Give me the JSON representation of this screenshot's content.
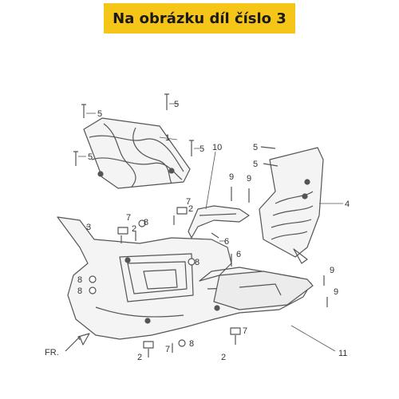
{
  "banner": {
    "text": "Na obrázku díl číslo 3",
    "color": "#f5c518"
  },
  "diagram": {
    "direction_label": "FR.",
    "callouts": [
      "1",
      "2",
      "3",
      "4",
      "5",
      "6",
      "7",
      "8",
      "9",
      "10",
      "11"
    ],
    "labels": {
      "l1": "1",
      "l2a": "2",
      "l2b": "2",
      "l2c": "2",
      "l2d": "2",
      "l3": "3",
      "l4": "4",
      "l5a": "5",
      "l5b": "5",
      "l5c": "5",
      "l5d": "5",
      "l5e": "5",
      "l5f": "5",
      "l6a": "6",
      "l6b": "6",
      "l7a": "7",
      "l7b": "7",
      "l7c": "7",
      "l7d": "7",
      "l8a": "8",
      "l8b": "8",
      "l8c": "8",
      "l8d": "8",
      "l8e": "8",
      "l9a": "9",
      "l9b": "9",
      "l9c": "9",
      "l9d": "9",
      "l10": "10",
      "l11": "11"
    }
  }
}
